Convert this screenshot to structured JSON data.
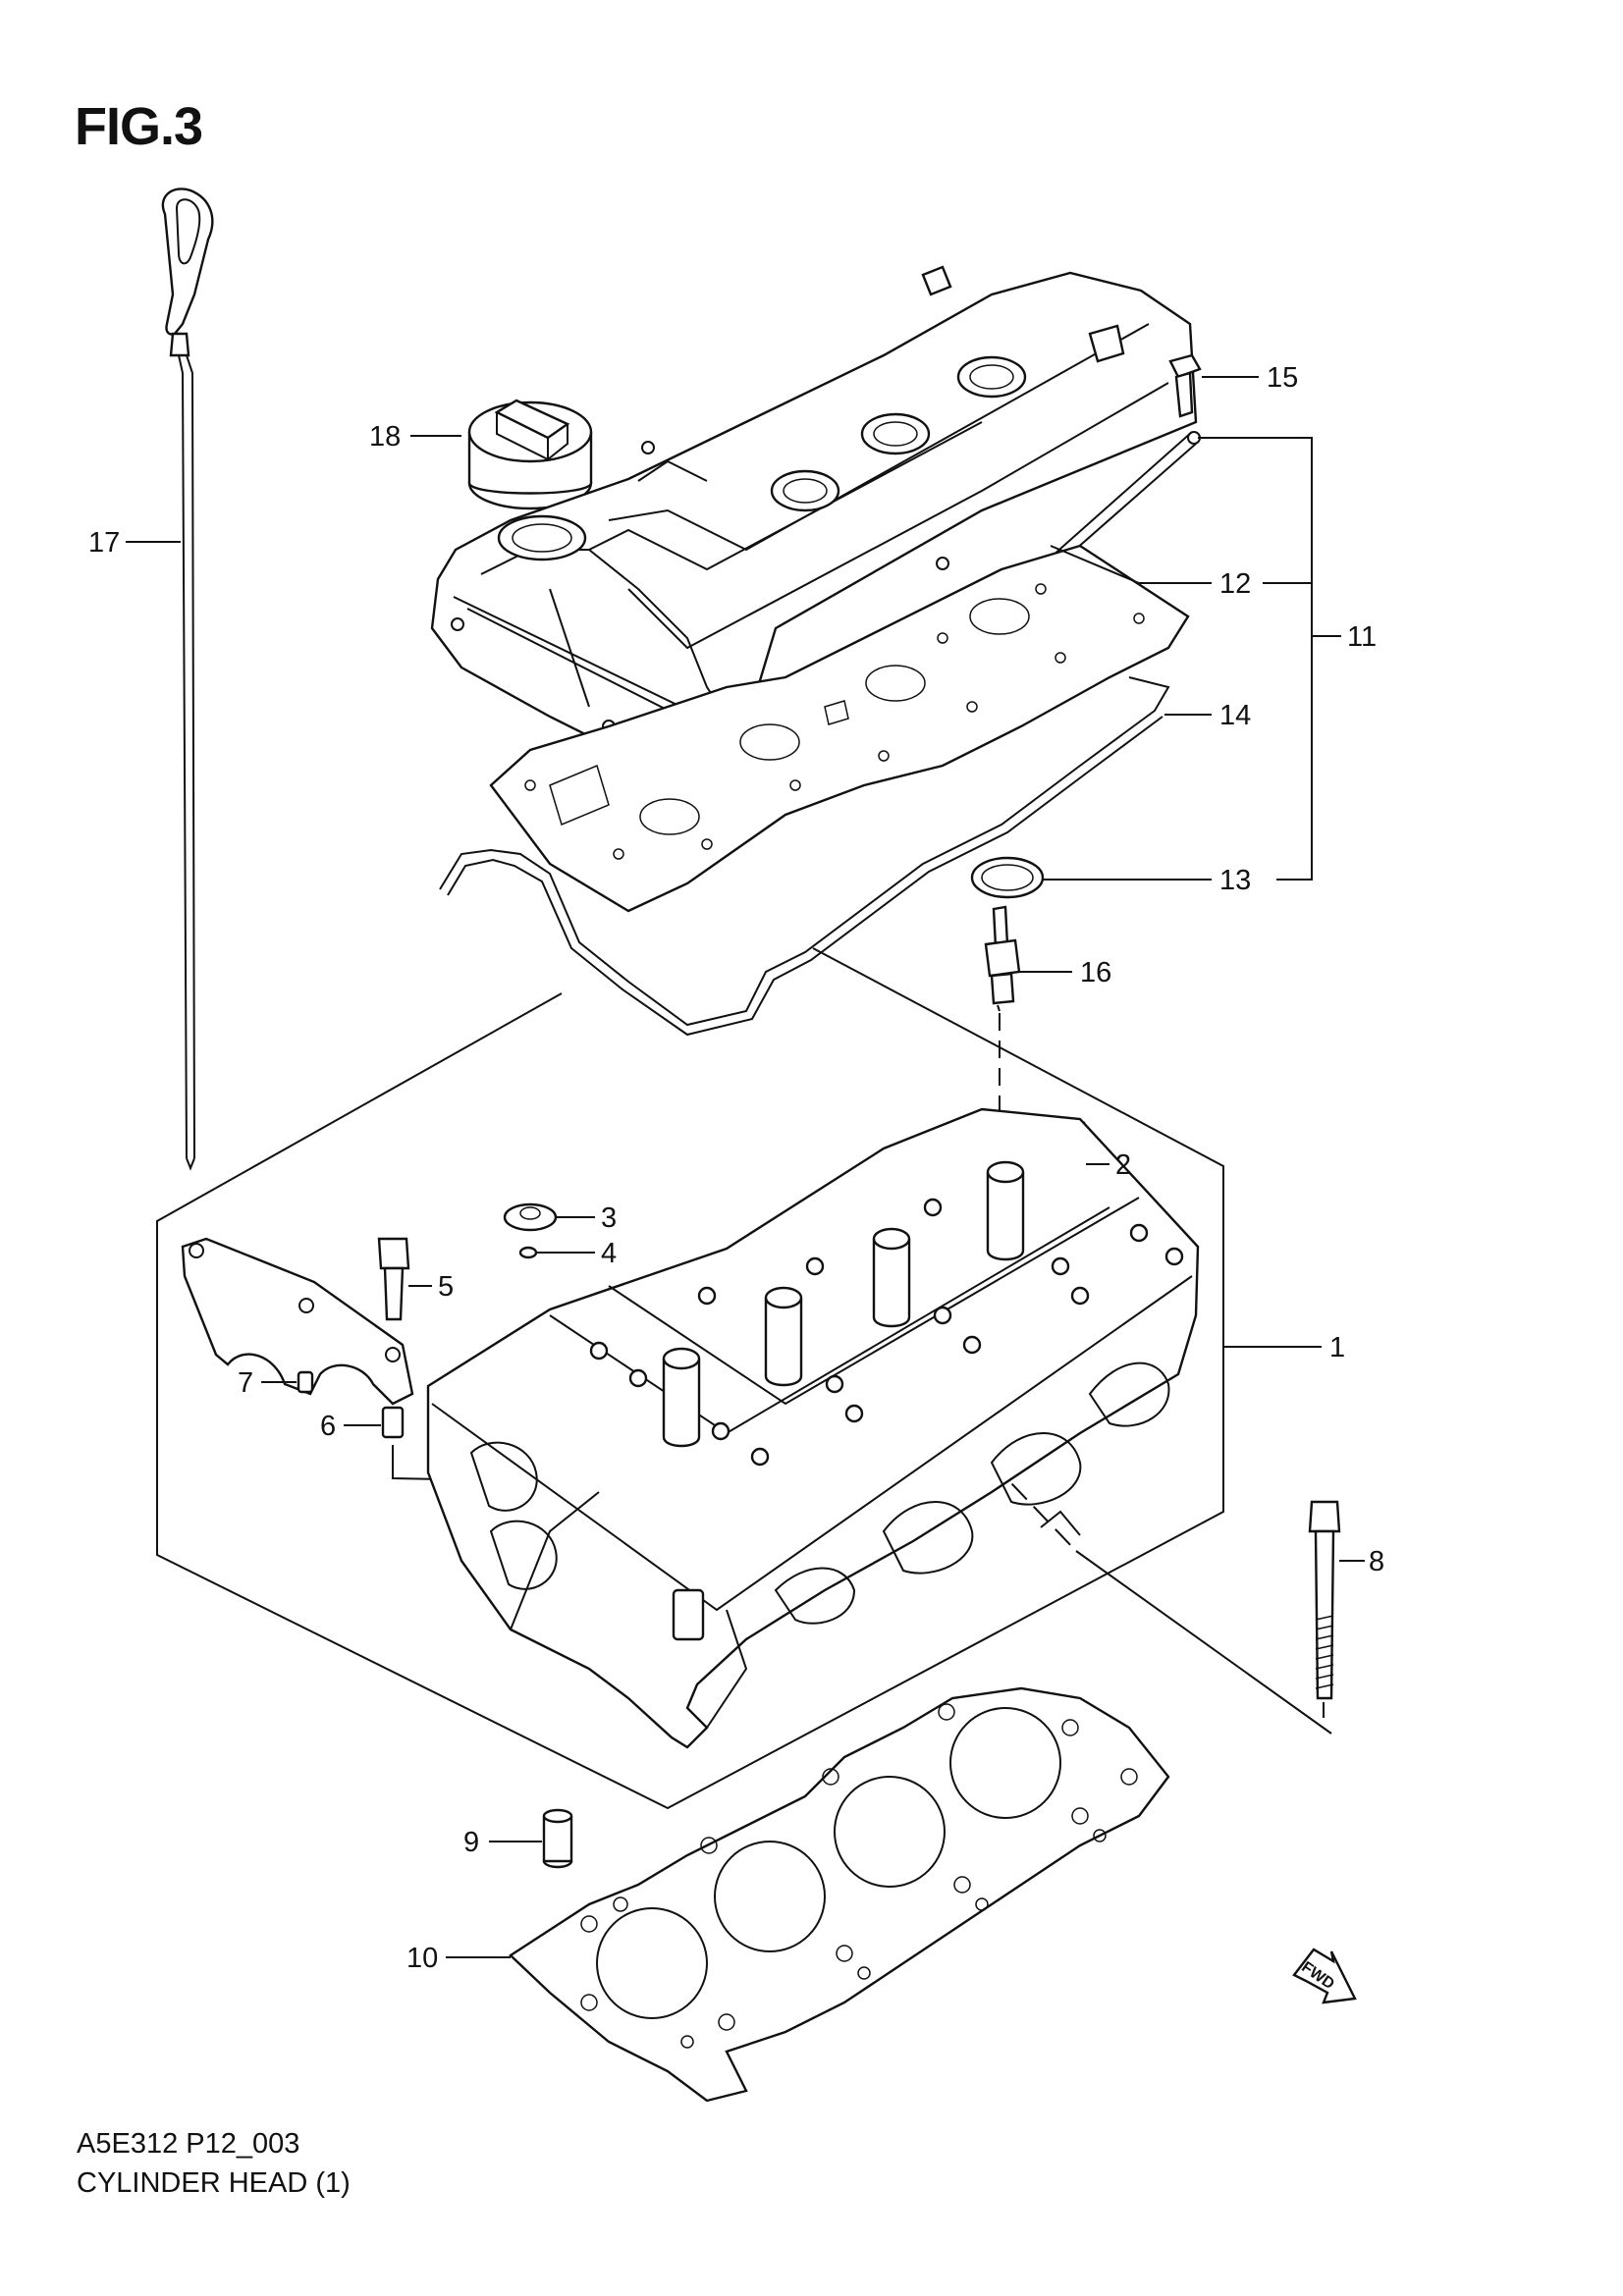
{
  "figure": {
    "title": "FIG.3"
  },
  "caption": {
    "code": "A5E312 P12_003",
    "name": "CYLINDER HEAD (1)"
  },
  "fwd_label": "FWD",
  "callouts": [
    "1",
    "2",
    "3",
    "4",
    "5",
    "6",
    "7",
    "8",
    "9",
    "10",
    "11",
    "12",
    "13",
    "14",
    "15",
    "16",
    "17",
    "18"
  ]
}
